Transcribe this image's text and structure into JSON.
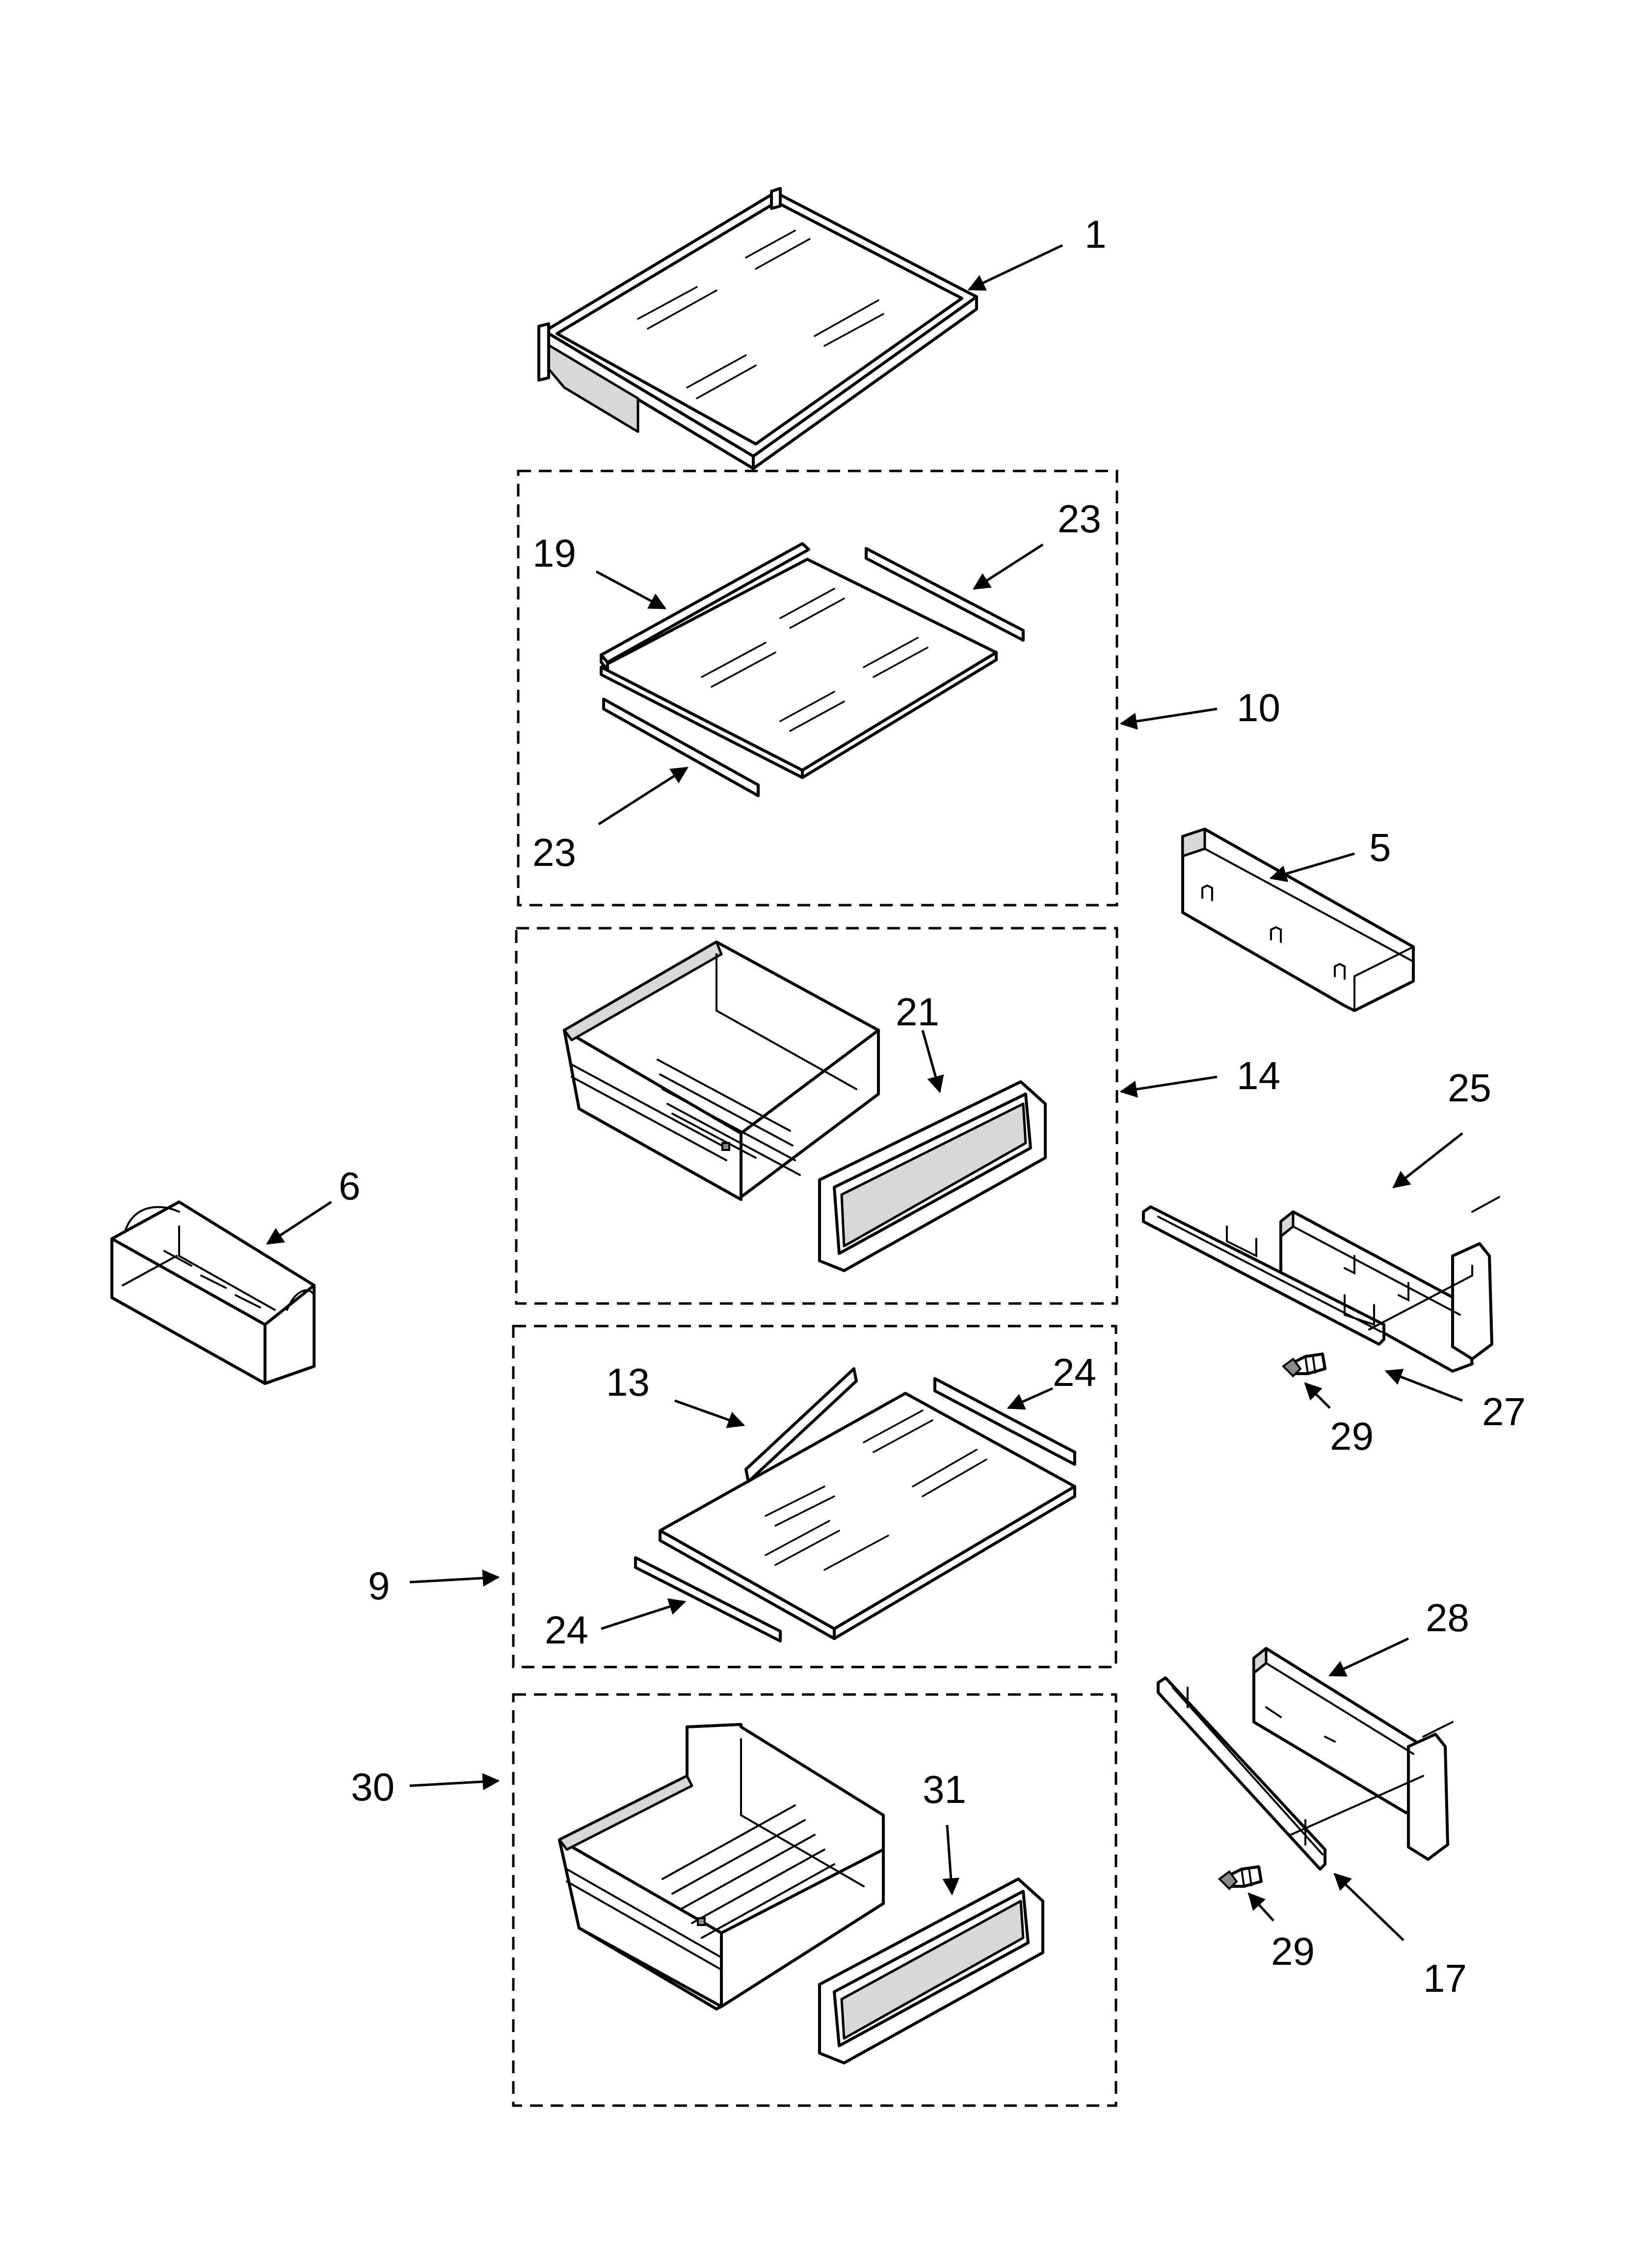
{
  "diagram": {
    "callouts": [
      "1",
      "19",
      "23",
      "23",
      "10",
      "5",
      "21",
      "14",
      "25",
      "6",
      "27",
      "29",
      "13",
      "24",
      "9",
      "24",
      "28",
      "30",
      "31",
      "29",
      "17"
    ]
  }
}
